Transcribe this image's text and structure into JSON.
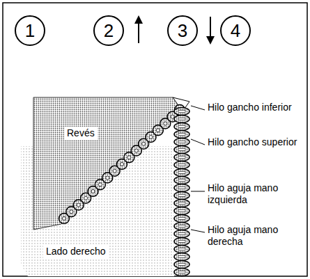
{
  "diagram": {
    "nodes": [
      {
        "text": [
          "1"
        ]
      },
      {
        "text": [
          "2"
        ]
      },
      {
        "text": [
          "3"
        ]
      },
      {
        "text": [
          "4"
        ]
      }
    ],
    "labels": [
      "Revés",
      "Lado derecho",
      "Hilo gancho inferior",
      "Hilo gancho superior",
      "Hilo aguja mano izquierda",
      "Hilo aguja mano derecha"
    ]
  }
}
